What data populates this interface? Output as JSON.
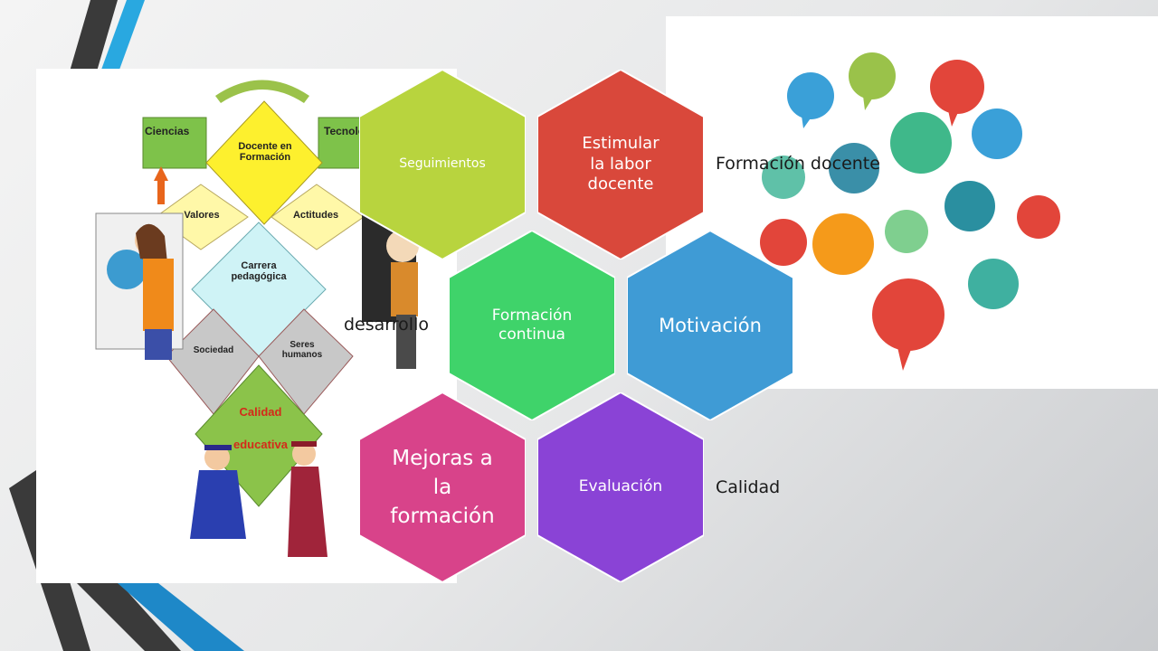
{
  "slide": {
    "hexagons": [
      {
        "id": "seguimientos",
        "label": "Seguimientos",
        "color": "#b8d43e"
      },
      {
        "id": "estimular",
        "label": "Estimular la labor docente",
        "color": "#d9483b"
      },
      {
        "id": "formacion-continua",
        "label": "Formación continua",
        "color": "#3fd36a"
      },
      {
        "id": "motivacion",
        "label": "Motivación",
        "color": "#3f9bd5"
      },
      {
        "id": "mejoras",
        "label": "Mejoras a la formación",
        "color": "#d8438a"
      },
      {
        "id": "evaluacion",
        "label": "Evaluación",
        "color": "#8a43d6"
      }
    ],
    "side_labels": {
      "formacion_docente": "Formación docente",
      "desarrollo": "desarrollo",
      "calidad": "Calidad"
    },
    "diagram_labels": {
      "ciencias": "Ciencias",
      "tecnologia": "Tecnolo",
      "docente": "Docente en Formación",
      "valores": "Valores",
      "actitudes": "Actitudes",
      "carrera": "Carrera pedagógica",
      "sociedad": "Sociedad",
      "seres": "Seres humanos",
      "calidad_educativa_1": "Calidad",
      "calidad_educativa_2": "educativa"
    }
  }
}
